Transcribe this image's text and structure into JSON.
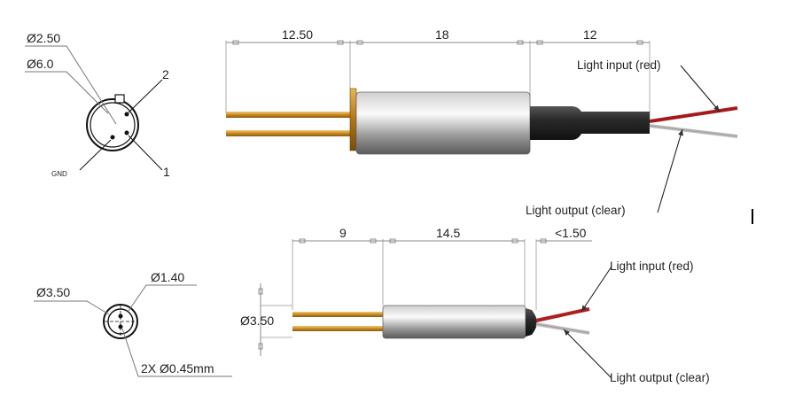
{
  "top": {
    "dim_a": "12.50",
    "dim_b": "18",
    "dim_c": "12",
    "dia_pin": "Ø2.50",
    "dia_body": "Ø6.0",
    "pin2": "2",
    "pin1": "1",
    "gnd": "GND",
    "light_input": "Light input (red)",
    "light_output": "Light output (clear)"
  },
  "bottom": {
    "dim_a": "9",
    "dim_b": "14.5",
    "dim_c": "<1.50",
    "dia_body": "Ø3.50",
    "dia_pin": "Ø1.40",
    "side_dia": "Ø3.50",
    "pin_dia": "2X Ø0.45mm",
    "light_input": "Light input (red)",
    "light_output": "Light output (clear)"
  },
  "colors": {
    "gold": "#d9a13a",
    "red_wire": "#b01e1e",
    "dark_boot": "#2a2a2a"
  }
}
